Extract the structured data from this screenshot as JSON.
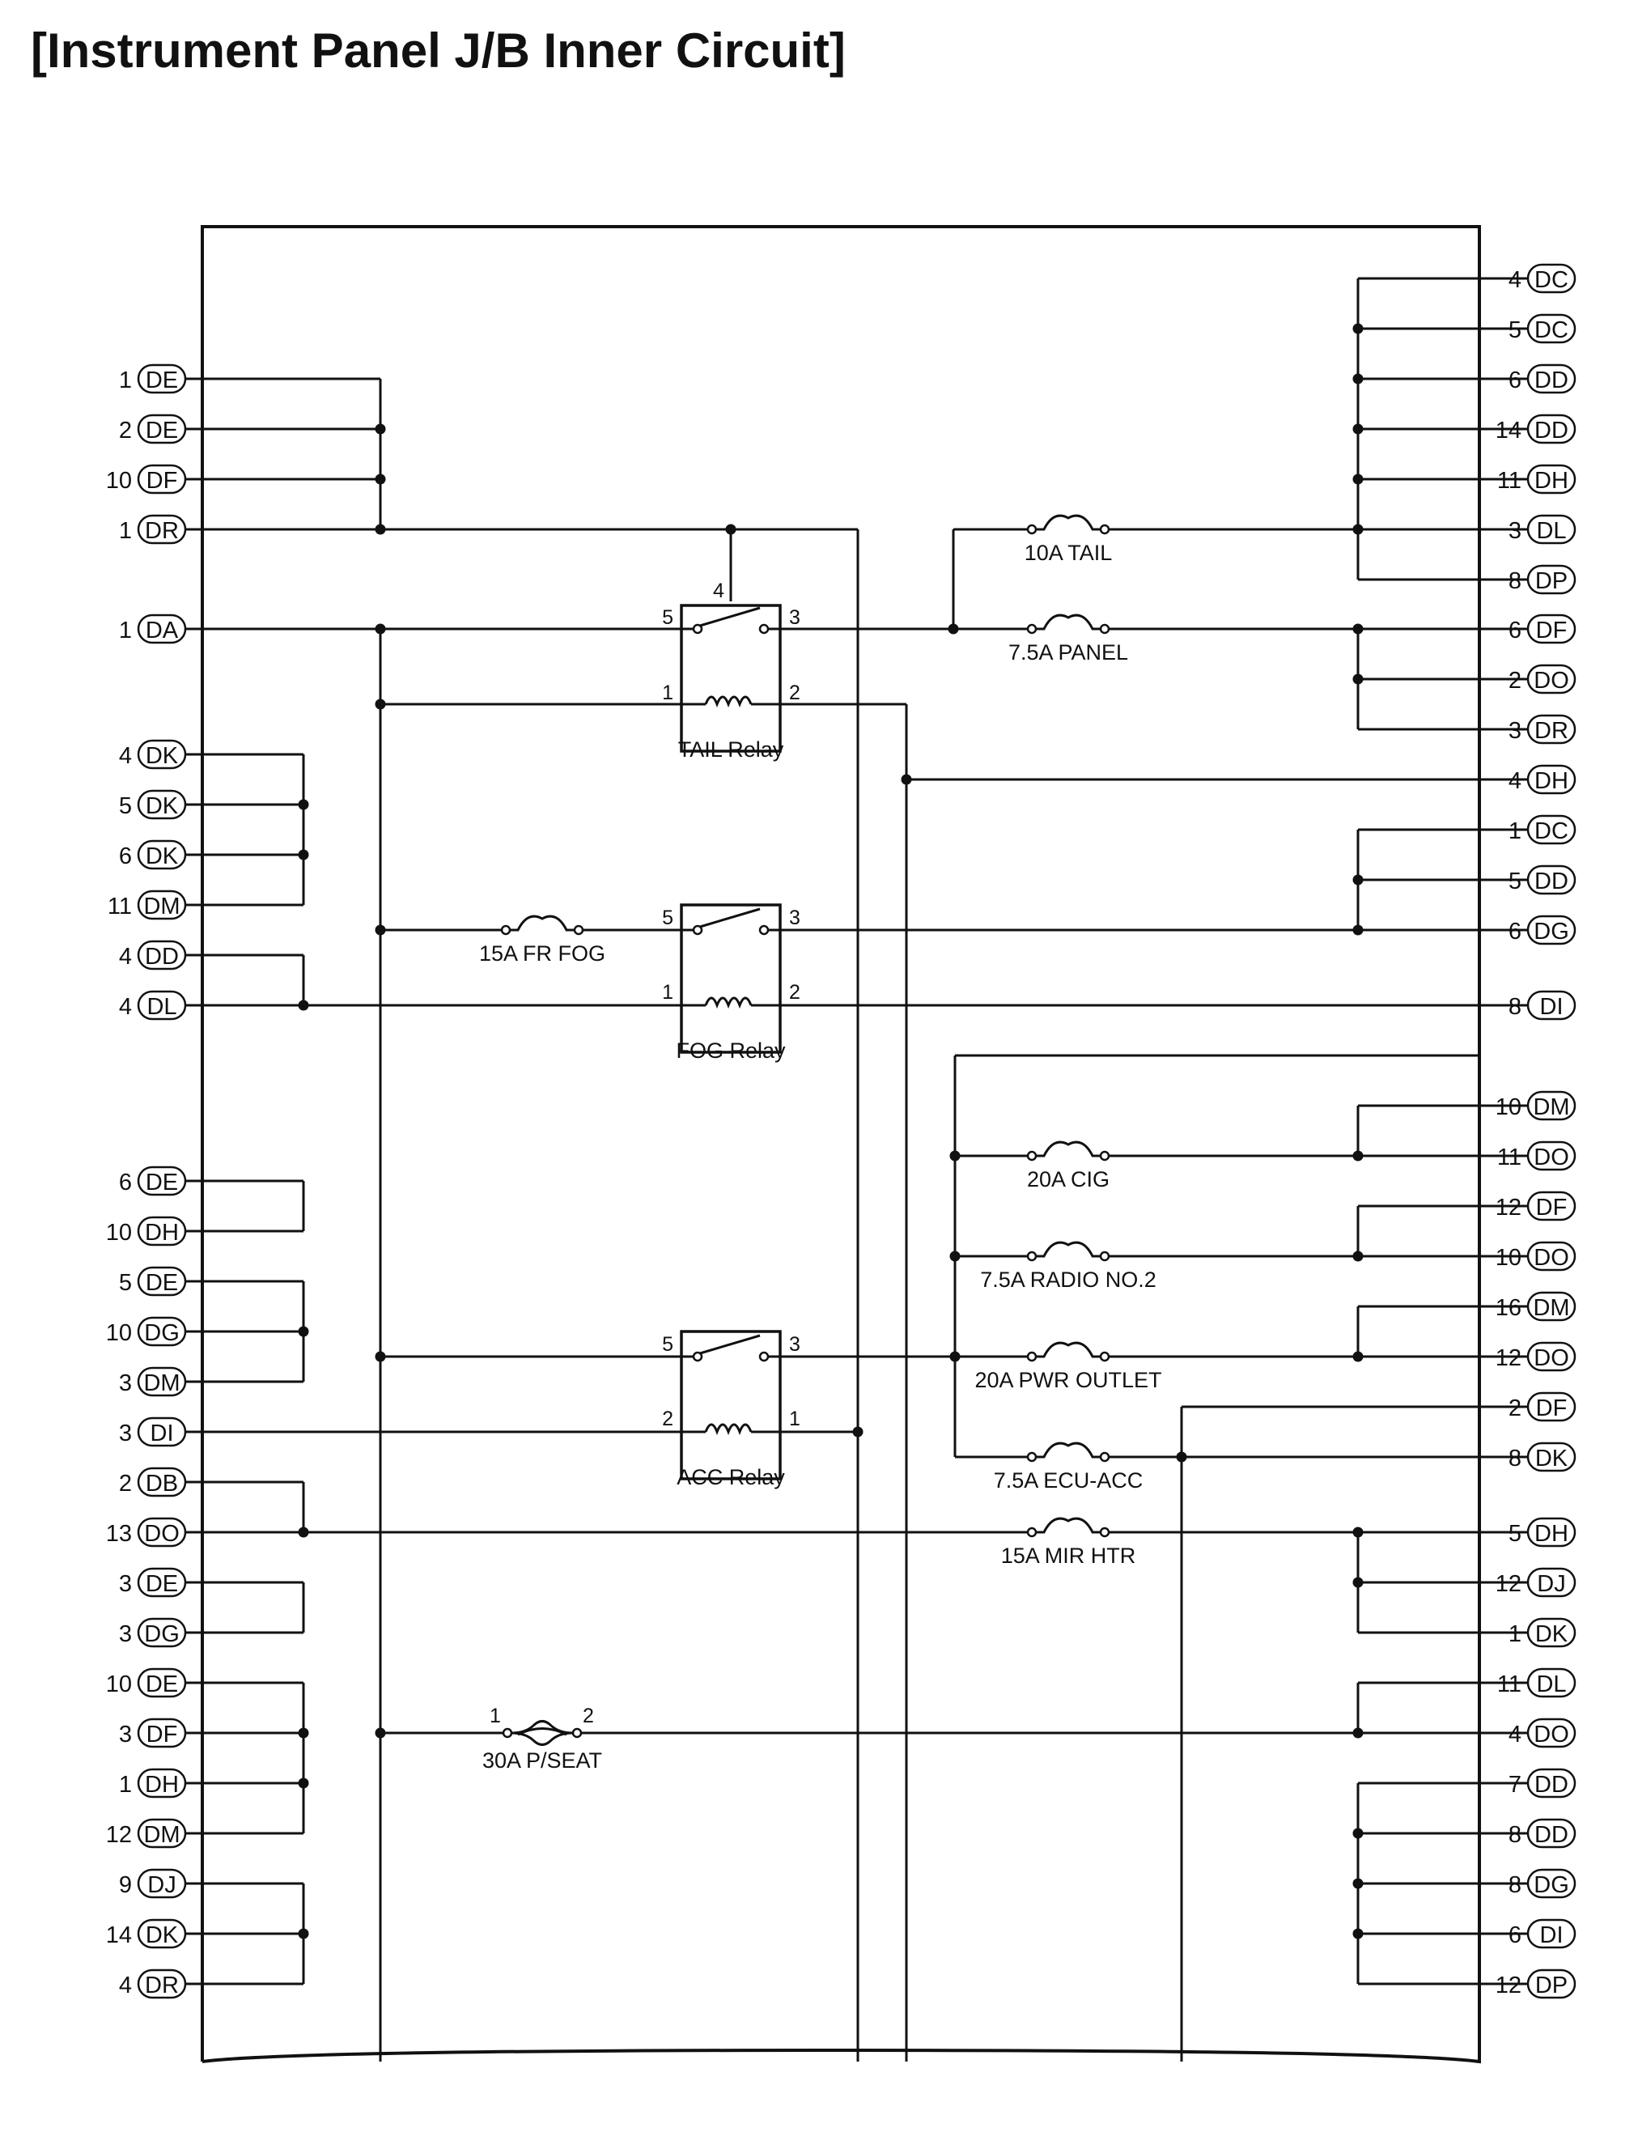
{
  "title": "[Instrument Panel J/B Inner Circuit]",
  "left_connectors": [
    {
      "pin": "1",
      "conn": "DE"
    },
    {
      "pin": "2",
      "conn": "DE"
    },
    {
      "pin": "10",
      "conn": "DF"
    },
    {
      "pin": "1",
      "conn": "DR"
    },
    {
      "pin": "1",
      "conn": "DA"
    },
    {
      "pin": "4",
      "conn": "DK"
    },
    {
      "pin": "5",
      "conn": "DK"
    },
    {
      "pin": "6",
      "conn": "DK"
    },
    {
      "pin": "11",
      "conn": "DM"
    },
    {
      "pin": "4",
      "conn": "DD"
    },
    {
      "pin": "4",
      "conn": "DL"
    },
    {
      "pin": "6",
      "conn": "DE"
    },
    {
      "pin": "10",
      "conn": "DH"
    },
    {
      "pin": "5",
      "conn": "DE"
    },
    {
      "pin": "10",
      "conn": "DG"
    },
    {
      "pin": "3",
      "conn": "DM"
    },
    {
      "pin": "3",
      "conn": "DI"
    },
    {
      "pin": "2",
      "conn": "DB"
    },
    {
      "pin": "13",
      "conn": "DO"
    },
    {
      "pin": "3",
      "conn": "DE"
    },
    {
      "pin": "3",
      "conn": "DG"
    },
    {
      "pin": "10",
      "conn": "DE"
    },
    {
      "pin": "3",
      "conn": "DF"
    },
    {
      "pin": "1",
      "conn": "DH"
    },
    {
      "pin": "12",
      "conn": "DM"
    },
    {
      "pin": "9",
      "conn": "DJ"
    },
    {
      "pin": "14",
      "conn": "DK"
    },
    {
      "pin": "4",
      "conn": "DR"
    }
  ],
  "right_connectors": [
    {
      "pin": "4",
      "conn": "DC"
    },
    {
      "pin": "5",
      "conn": "DC"
    },
    {
      "pin": "6",
      "conn": "DD"
    },
    {
      "pin": "14",
      "conn": "DD"
    },
    {
      "pin": "11",
      "conn": "DH"
    },
    {
      "pin": "3",
      "conn": "DL"
    },
    {
      "pin": "8",
      "conn": "DP"
    },
    {
      "pin": "6",
      "conn": "DF"
    },
    {
      "pin": "2",
      "conn": "DO"
    },
    {
      "pin": "3",
      "conn": "DR"
    },
    {
      "pin": "4",
      "conn": "DH"
    },
    {
      "pin": "1",
      "conn": "DC"
    },
    {
      "pin": "5",
      "conn": "DD"
    },
    {
      "pin": "6",
      "conn": "DG"
    },
    {
      "pin": "8",
      "conn": "DI"
    },
    {
      "pin": "10",
      "conn": "DM"
    },
    {
      "pin": "11",
      "conn": "DO"
    },
    {
      "pin": "12",
      "conn": "DF"
    },
    {
      "pin": "10",
      "conn": "DO"
    },
    {
      "pin": "16",
      "conn": "DM"
    },
    {
      "pin": "12",
      "conn": "DO"
    },
    {
      "pin": "2",
      "conn": "DF"
    },
    {
      "pin": "8",
      "conn": "DK"
    },
    {
      "pin": "5",
      "conn": "DH"
    },
    {
      "pin": "12",
      "conn": "DJ"
    },
    {
      "pin": "1",
      "conn": "DK"
    },
    {
      "pin": "11",
      "conn": "DL"
    },
    {
      "pin": "4",
      "conn": "DO"
    },
    {
      "pin": "7",
      "conn": "DD"
    },
    {
      "pin": "8",
      "conn": "DD"
    },
    {
      "pin": "8",
      "conn": "DG"
    },
    {
      "pin": "6",
      "conn": "DI"
    },
    {
      "pin": "12",
      "conn": "DP"
    }
  ],
  "relays": [
    {
      "name": "TAIL Relay",
      "pins": [
        "4",
        "5",
        "3",
        "1",
        "2"
      ]
    },
    {
      "name": "FOG Relay",
      "pins": [
        "5",
        "3",
        "1",
        "2"
      ]
    },
    {
      "name": "ACC Relay",
      "pins": [
        "5",
        "3",
        "2",
        "1"
      ]
    }
  ],
  "fuses": [
    {
      "label": "10A TAIL"
    },
    {
      "label": "7.5A PANEL"
    },
    {
      "label": "15A FR FOG"
    },
    {
      "label": "20A CIG"
    },
    {
      "label": "7.5A RADIO NO.2"
    },
    {
      "label": "20A PWR OUTLET"
    },
    {
      "label": "7.5A ECU-ACC"
    },
    {
      "label": "15A MIR HTR"
    },
    {
      "label": "30A P/SEAT",
      "pins": [
        "1",
        "2"
      ]
    }
  ]
}
